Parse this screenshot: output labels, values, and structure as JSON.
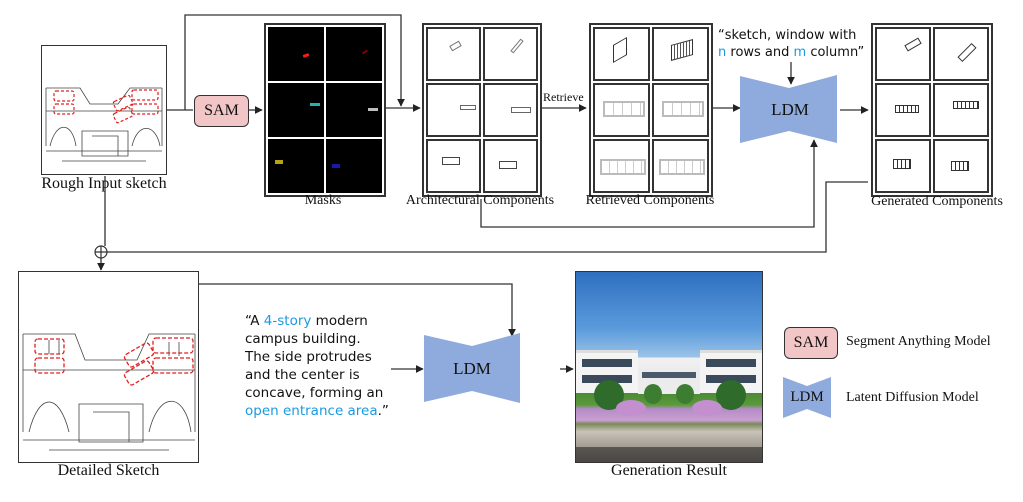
{
  "figure": {
    "nodes": {
      "rough_sketch": {
        "caption": "Rough Input sketch"
      },
      "sam": {
        "label": "SAM"
      },
      "masks": {
        "caption": "Masks",
        "mask_colors": [
          "#ff1a1a",
          "#8a0000",
          "#22b2b2",
          "#bdbdbd",
          "#b3a316",
          "#1a1aa8"
        ]
      },
      "architectural_components": {
        "caption": "Architectural Components"
      },
      "retrieve_edge": {
        "label": "Retrieve"
      },
      "retrieved_components": {
        "caption": "Retrieved Components"
      },
      "ldm_top": {
        "label": "LDM"
      },
      "component_prompt": {
        "line1": "“sketch, window with",
        "line2_n": "n",
        "line2_mid": " rows and ",
        "line2_m": "m",
        "line2_end": " column”"
      },
      "generated_components": {
        "caption": "Generated Components"
      },
      "detailed_sketch": {
        "caption": "Detailed Sketch"
      },
      "scene_prompt": {
        "open_quote": "“A ",
        "highlight1": "4-story",
        "line1_rest": " modern",
        "line2": "campus building.",
        "line3": "The side protrudes",
        "line4": "and the center is",
        "line5": "concave, forming an",
        "highlight2": "open entrance area",
        "close": ".”"
      },
      "ldm_bottom": {
        "label": "LDM"
      },
      "generation_result": {
        "caption": "Generation Result"
      }
    },
    "legend": [
      {
        "symbol": "SAM",
        "description": "Segment Anything Model"
      },
      {
        "symbol": "LDM",
        "description": "Latent Diffusion Model"
      }
    ],
    "colors": {
      "sam_fill": "#f2c6c6",
      "ldm_fill": "#8faadc",
      "highlight_text": "#1a9ae0",
      "sketch_markup": "#e02020"
    }
  }
}
